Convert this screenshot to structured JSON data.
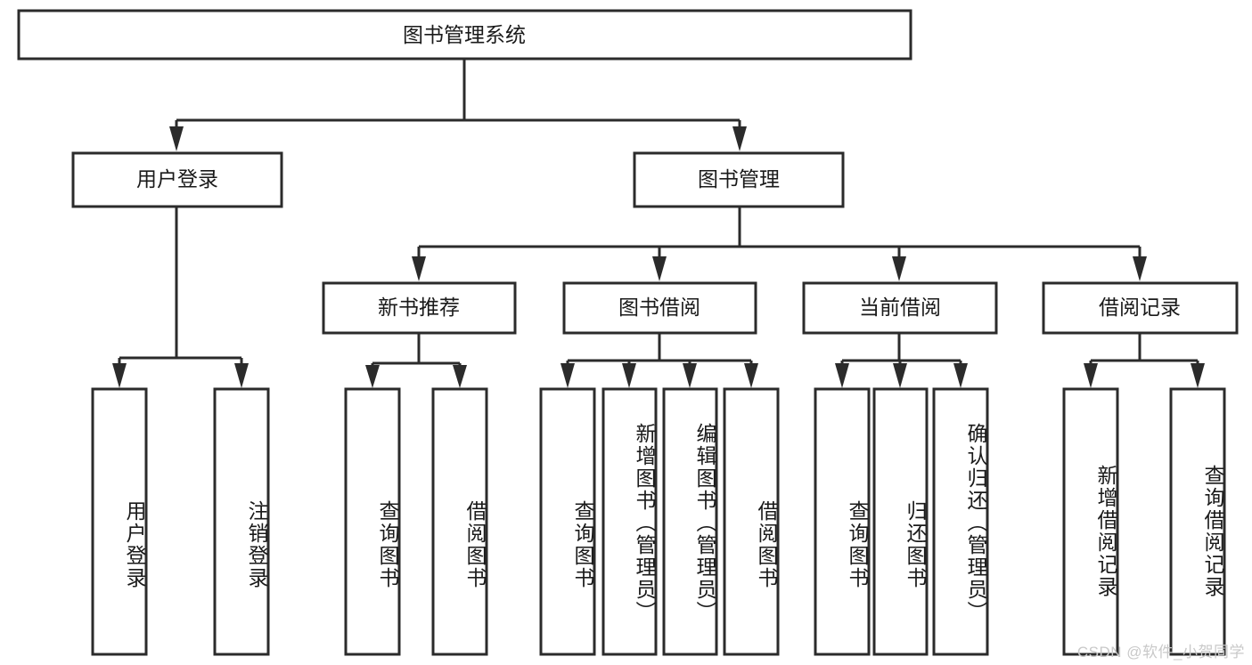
{
  "diagram": {
    "type": "tree-hierarchy",
    "title": "图书管理系统",
    "root": {
      "id": "root",
      "label": "图书管理系统"
    },
    "level2": [
      {
        "id": "user-login",
        "label": "用户登录"
      },
      {
        "id": "book-manage",
        "label": "图书管理"
      }
    ],
    "level3": [
      {
        "id": "new-book-recommend",
        "label": "新书推荐",
        "parent": "book-manage"
      },
      {
        "id": "book-borrow",
        "label": "图书借阅",
        "parent": "book-manage"
      },
      {
        "id": "current-borrow",
        "label": "当前借阅",
        "parent": "book-manage"
      },
      {
        "id": "borrow-record",
        "label": "借阅记录",
        "parent": "book-manage"
      }
    ],
    "leaves": {
      "user-login": [
        {
          "id": "leaf-user-login",
          "label": "用户登录"
        },
        {
          "id": "leaf-user-logout",
          "label": "注销登录"
        }
      ],
      "new-book-recommend": [
        {
          "id": "leaf-query-book-1",
          "label": "查询图书"
        },
        {
          "id": "leaf-borrow-book-1",
          "label": "借阅图书"
        }
      ],
      "book-borrow": [
        {
          "id": "leaf-query-book-2",
          "label": "查询图书"
        },
        {
          "id": "leaf-add-book",
          "label": "新增图书（管理员）"
        },
        {
          "id": "leaf-edit-book",
          "label": "编辑图书（管理员）"
        },
        {
          "id": "leaf-borrow-book-2",
          "label": "借阅图书"
        }
      ],
      "current-borrow": [
        {
          "id": "leaf-query-book-3",
          "label": "查询图书"
        },
        {
          "id": "leaf-return-book",
          "label": "归还图书"
        },
        {
          "id": "leaf-confirm-return",
          "label": "确认归还（管理员）"
        }
      ],
      "borrow-record": [
        {
          "id": "leaf-add-record",
          "label": "新增借阅记录"
        },
        {
          "id": "leaf-query-record",
          "label": "查询借阅记录"
        }
      ]
    },
    "colors": {
      "stroke": "#2b2b2b",
      "fill": "#ffffff",
      "text": "#1a1a1a",
      "watermark": "#c9c9c9",
      "background": "#ffffff"
    }
  },
  "watermark": {
    "text": "CSDN @软件_小贺同学"
  }
}
